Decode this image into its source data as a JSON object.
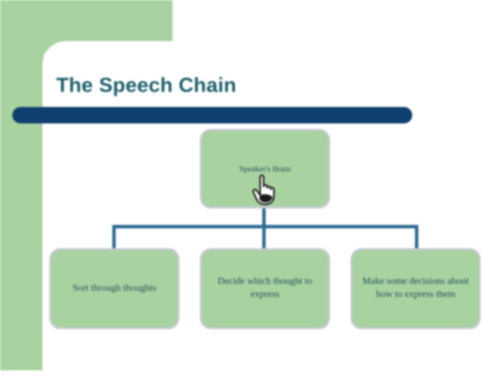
{
  "slide": {
    "title": "The Speech Chain"
  },
  "diagram": {
    "root": "Speaker's Brain",
    "children": [
      "Sort through thoughts",
      "Decide which thought to express",
      "Make some decisions about how to express them"
    ]
  },
  "colors": {
    "accent_green": "#a8d2a0",
    "title_bar": "#0f3f6e",
    "title_text": "#1f5f6a",
    "connector": "#2f6a92"
  },
  "icons": {
    "cursor": "hand-pointer-icon"
  }
}
